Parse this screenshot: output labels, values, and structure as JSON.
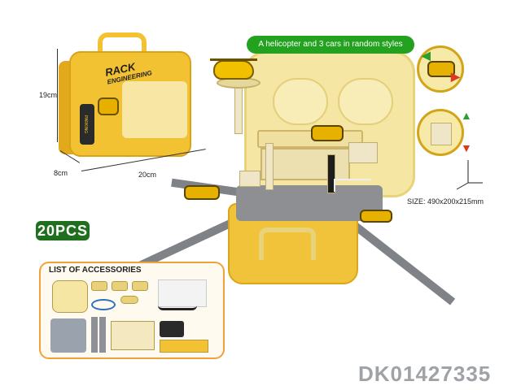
{
  "packaging": {
    "logo_line1": "RACK",
    "logo_line2": "ENGINEERING",
    "parking_label": "PARKING",
    "dimensions": {
      "height": "19cm",
      "depth": "8cm",
      "width": "20cm"
    }
  },
  "callout_bubble": "A helicopter and 3 cars in random styles",
  "product_size": "SIZE: 490x200x215mm",
  "pieces_badge": "20PCS",
  "accessories": {
    "title": "LIST OF ACCESSORIES"
  },
  "product_code": "DK01427335",
  "colors": {
    "toy_yellow": "#f1c33a",
    "bubble_green": "#23a21f",
    "badge_green": "#1f6f1f",
    "accessory_border": "#f0a13a",
    "code_gray": "#9fa3a7"
  }
}
